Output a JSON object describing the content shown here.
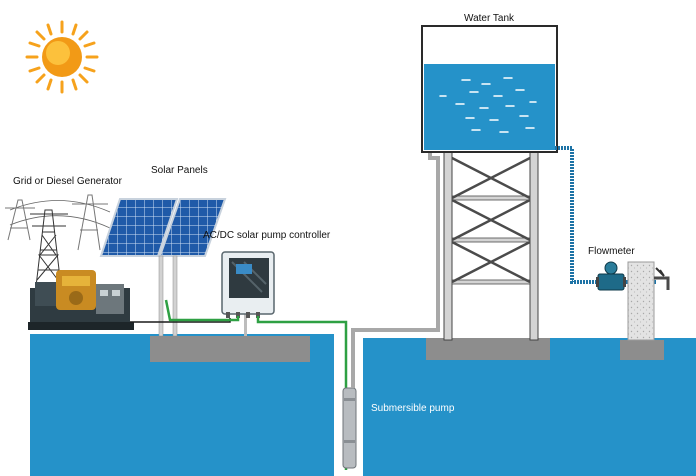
{
  "labels": {
    "water_tank": "Water Tank",
    "grid_generator": "Grid or Diesel Generator",
    "solar_panels": "Solar Panels",
    "controller": "AC/DC solar pump controller",
    "flowmeter": "Flowmeter",
    "pump": "Submersible pump"
  },
  "icons": [
    "sun-icon",
    "transmission-tower-icon",
    "diesel-generator-icon",
    "solar-panel-icon",
    "pump-controller-icon",
    "water-tank-icon",
    "flowmeter-icon",
    "faucet-icon",
    "submersible-pump-icon"
  ],
  "colors": {
    "water": "#2592c9",
    "ground_block": "#8d8d8d",
    "signal_wire": "#2ea043",
    "power_wire": "#1a1a1a",
    "pipe": "#a8a8a8",
    "outlet_pipe": "#1d73a6",
    "sun": "#f6a21c"
  }
}
